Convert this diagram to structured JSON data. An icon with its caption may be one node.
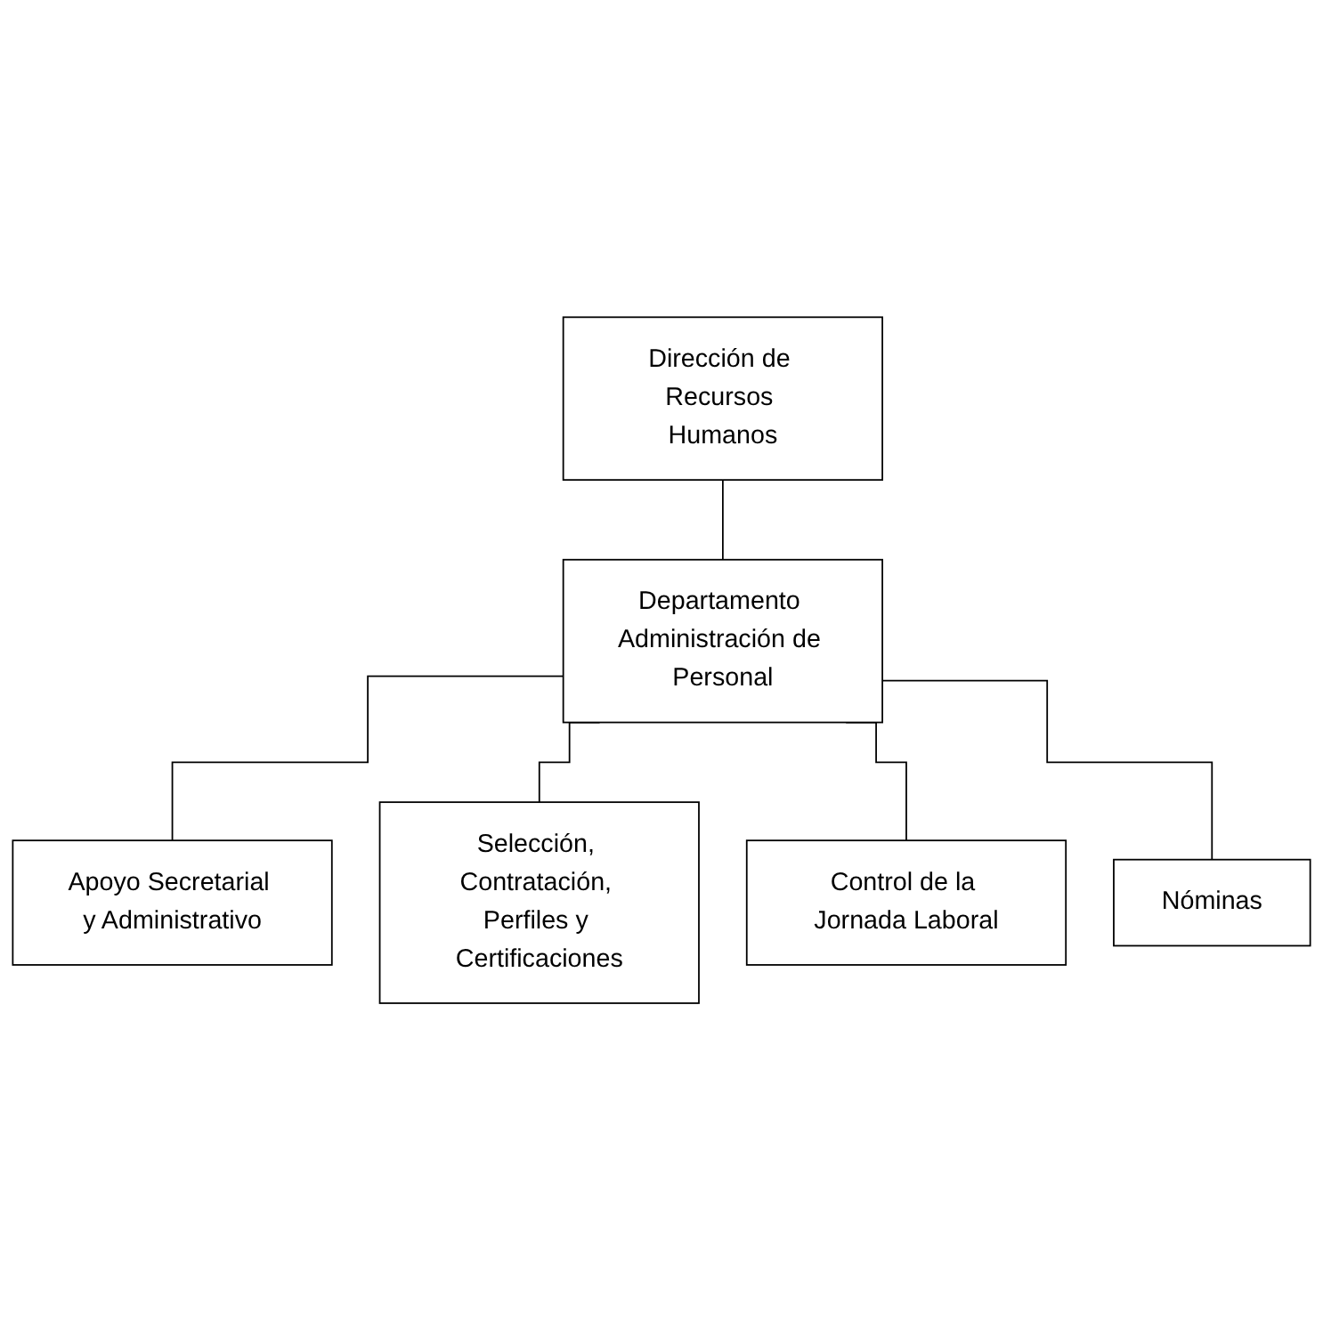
{
  "diagram": {
    "nodes": [
      {
        "text": [
          "Dirección de Recursos Humanos"
        ]
      },
      {
        "text": [
          "Departamento Administración de Personal"
        ]
      },
      {
        "text": [
          "Apoyo Secretarial y Administrativo"
        ]
      },
      {
        "text": [
          "Selección, Contratación, Perfiles y Certificaciones"
        ]
      },
      {
        "text": [
          "Control de la Jornada Laboral"
        ]
      },
      {
        "text": [
          "Nóminas"
        ]
      }
    ],
    "edges": [
      {
        "from": 0,
        "to": 1,
        "arrow": "none"
      },
      {
        "from": 1,
        "to": 2,
        "arrow": "none"
      },
      {
        "from": 1,
        "to": 3,
        "arrow": "none"
      },
      {
        "from": 1,
        "to": 4,
        "arrow": "none"
      },
      {
        "from": 1,
        "to": 5,
        "arrow": "none"
      }
    ]
  }
}
